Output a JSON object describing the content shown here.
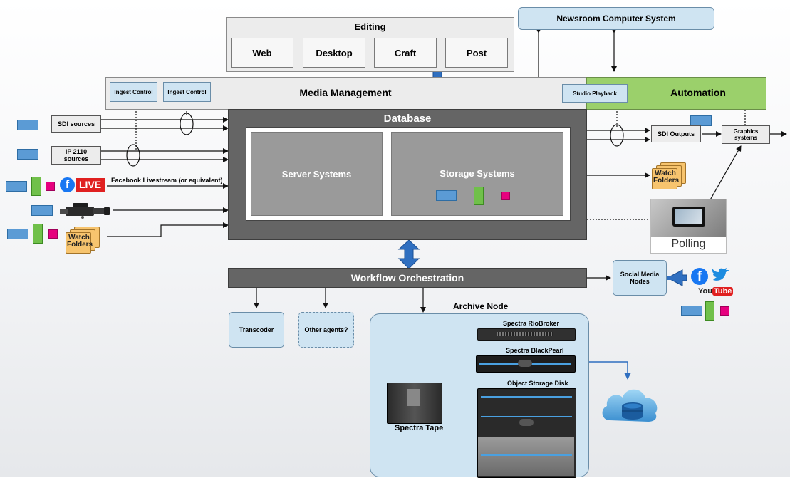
{
  "editing": {
    "title": "Editing",
    "items": [
      "Web",
      "Desktop",
      "Craft",
      "Post"
    ]
  },
  "newsroom": "Newsroom Computer System",
  "media_management": {
    "title": "Media Management",
    "ingest_controls": [
      "Ingest Control",
      "Ingest Control"
    ]
  },
  "automation": {
    "title": "Automation",
    "studio_playback": "Studio Playback"
  },
  "database": {
    "title": "Database",
    "server": "Server Systems",
    "storage": "Storage Systems"
  },
  "inputs": {
    "sdi": "SDI sources",
    "ip": "IP 2110\nsources",
    "facebook": "Facebook Livestream (or equivalent)",
    "live_badge": "LIVE",
    "watch_folders": "Watch\nFolders"
  },
  "outputs": {
    "sdi": "SDI Outputs",
    "graphics": "Graphics\nsystems",
    "watch_folders": "Watch\nFolders",
    "polling": "Polling"
  },
  "workflow": "Workflow Orchestration",
  "transcoder": "Transcoder",
  "other_agents": "Other agents?",
  "social": {
    "title": "Social Media\nNodes",
    "youtube_you": "You",
    "youtube_tube": "Tube"
  },
  "archive": {
    "title": "Archive Node",
    "riobroker": "Spectra RioBroker",
    "blackpearl": "Spectra BlackPearl",
    "object_storage": "Object Storage Disk",
    "tape": "Spectra Tape"
  },
  "colors": {
    "db_dark": "#656565",
    "db_light": "#9a9a9a",
    "automation_green": "#9bd06b",
    "light_blue": "#cfe4f2",
    "arrow_blue": "#2f6fc0"
  }
}
